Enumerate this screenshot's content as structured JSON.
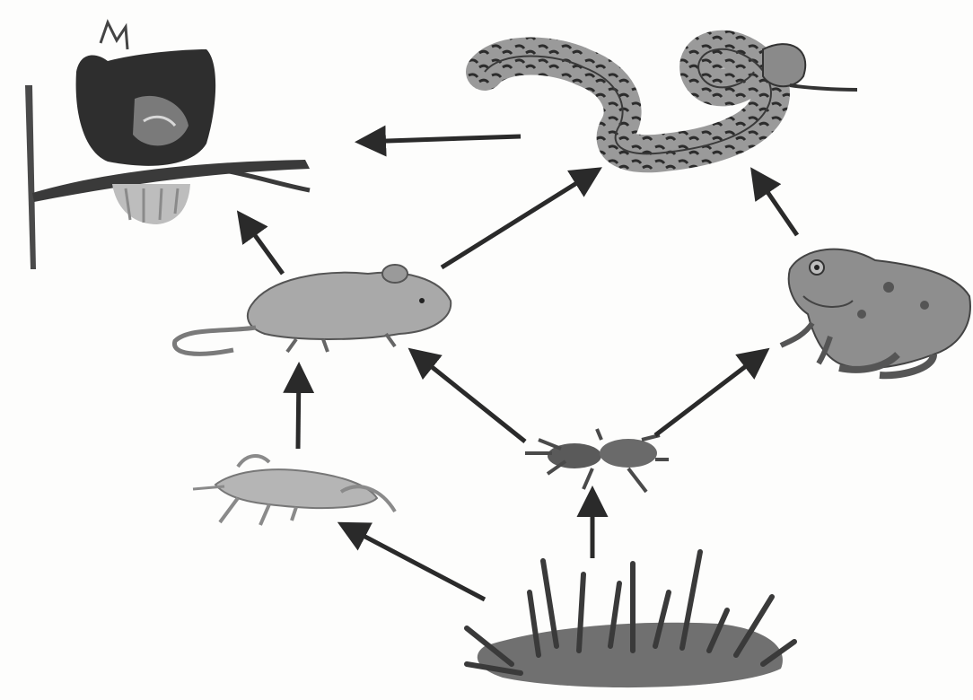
{
  "diagram": {
    "type": "food-web",
    "organisms": [
      {
        "id": "owl",
        "icon": "owl-icon"
      },
      {
        "id": "snake",
        "icon": "snake-icon"
      },
      {
        "id": "mouse",
        "icon": "mouse-icon"
      },
      {
        "id": "frog",
        "icon": "frog-icon"
      },
      {
        "id": "grasshopper",
        "icon": "grasshopper-icon"
      },
      {
        "id": "insect",
        "icon": "insect-icon"
      },
      {
        "id": "grass",
        "icon": "grass-icon"
      }
    ],
    "links": [
      {
        "from": "snake",
        "to": "owl"
      },
      {
        "from": "mouse",
        "to": "owl"
      },
      {
        "from": "mouse",
        "to": "snake"
      },
      {
        "from": "frog",
        "to": "snake"
      },
      {
        "from": "grasshopper",
        "to": "mouse"
      },
      {
        "from": "insect",
        "to": "mouse"
      },
      {
        "from": "insect",
        "to": "frog"
      },
      {
        "from": "grass",
        "to": "grasshopper"
      },
      {
        "from": "grass",
        "to": "insect"
      }
    ],
    "colors": {
      "ink": "#2a2a2a",
      "owl_body": "#333333",
      "snake_body": "#6b6b6b",
      "mouse_body": "#a9a9a9",
      "frog_body": "#8e8e8e",
      "grass": "#4a4a4a",
      "background": "#fdfdfc"
    }
  }
}
